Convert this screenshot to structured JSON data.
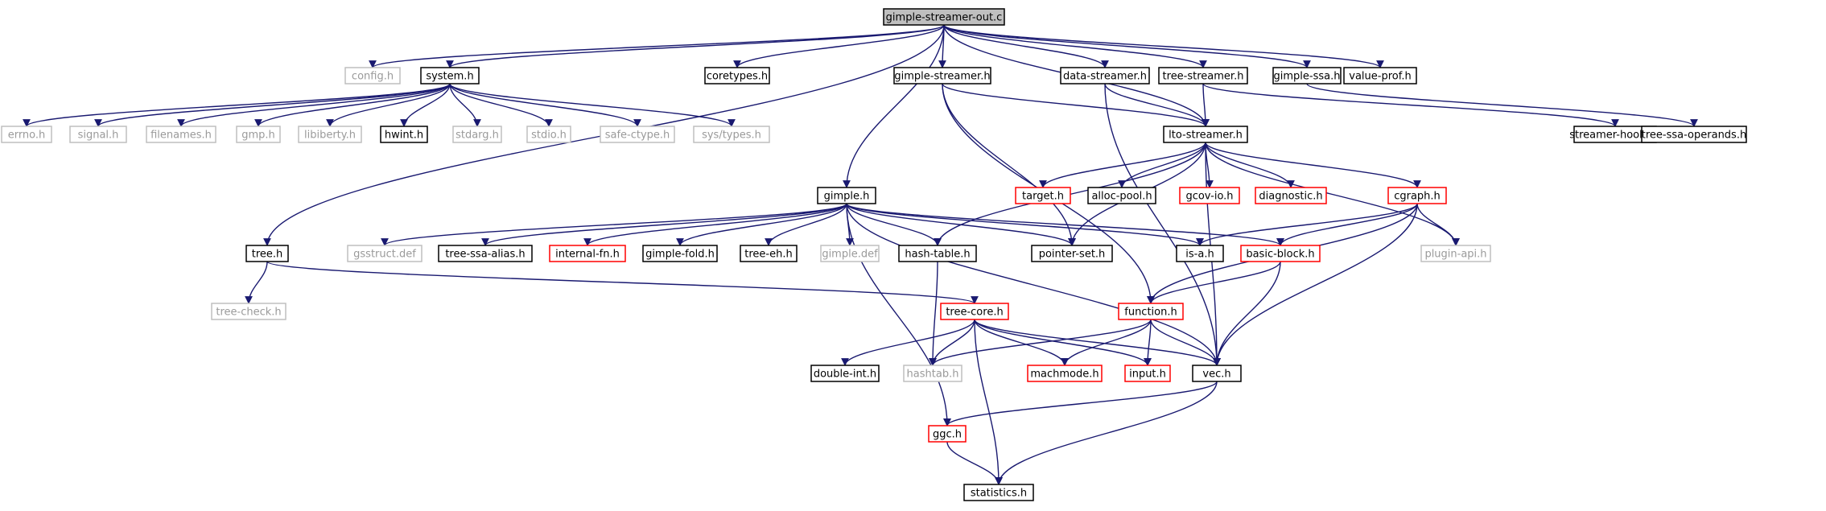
{
  "diagram": {
    "nodes": [
      {
        "id": "root",
        "label": "gimple-streamer-out.c",
        "style": "root"
      },
      {
        "id": "config",
        "label": "config.h",
        "style": "gray"
      },
      {
        "id": "system",
        "label": "system.h",
        "style": "black"
      },
      {
        "id": "coretypes",
        "label": "coretypes.h",
        "style": "black"
      },
      {
        "id": "gstreamer",
        "label": "gimple-streamer.h",
        "style": "black"
      },
      {
        "id": "dstreamer",
        "label": "data-streamer.h",
        "style": "black"
      },
      {
        "id": "tstreamer",
        "label": "tree-streamer.h",
        "style": "black"
      },
      {
        "id": "gssa",
        "label": "gimple-ssa.h",
        "style": "black"
      },
      {
        "id": "valueprof",
        "label": "value-prof.h",
        "style": "black"
      },
      {
        "id": "errno",
        "label": "errno.h",
        "style": "gray"
      },
      {
        "id": "signal",
        "label": "signal.h",
        "style": "gray"
      },
      {
        "id": "filenames",
        "label": "filenames.h",
        "style": "gray"
      },
      {
        "id": "gmp",
        "label": "gmp.h",
        "style": "gray"
      },
      {
        "id": "libiberty",
        "label": "libiberty.h",
        "style": "gray"
      },
      {
        "id": "hwint",
        "label": "hwint.h",
        "style": "black"
      },
      {
        "id": "stdarg",
        "label": "stdarg.h",
        "style": "gray"
      },
      {
        "id": "stdio",
        "label": "stdio.h",
        "style": "gray"
      },
      {
        "id": "safectype",
        "label": "safe-ctype.h",
        "style": "gray"
      },
      {
        "id": "systypes",
        "label": "sys/types.h",
        "style": "gray"
      },
      {
        "id": "lto",
        "label": "lto-streamer.h",
        "style": "black"
      },
      {
        "id": "shooks",
        "label": "streamer-hooks.h",
        "style": "black"
      },
      {
        "id": "tssaops",
        "label": "tree-ssa-operands.h",
        "style": "black"
      },
      {
        "id": "gimple",
        "label": "gimple.h",
        "style": "black"
      },
      {
        "id": "target",
        "label": "target.h",
        "style": "red"
      },
      {
        "id": "allocpool",
        "label": "alloc-pool.h",
        "style": "black"
      },
      {
        "id": "gcovio",
        "label": "gcov-io.h",
        "style": "red"
      },
      {
        "id": "diagnostic",
        "label": "diagnostic.h",
        "style": "red"
      },
      {
        "id": "cgraph",
        "label": "cgraph.h",
        "style": "red"
      },
      {
        "id": "tree",
        "label": "tree.h",
        "style": "black"
      },
      {
        "id": "gsstruct",
        "label": "gsstruct.def",
        "style": "gray"
      },
      {
        "id": "tssaalias",
        "label": "tree-ssa-alias.h",
        "style": "black"
      },
      {
        "id": "internalfn",
        "label": "internal-fn.h",
        "style": "red"
      },
      {
        "id": "gimplefold",
        "label": "gimple-fold.h",
        "style": "black"
      },
      {
        "id": "treeeh",
        "label": "tree-eh.h",
        "style": "black"
      },
      {
        "id": "gimpledef",
        "label": "gimple.def",
        "style": "gray"
      },
      {
        "id": "hashtable",
        "label": "hash-table.h",
        "style": "black"
      },
      {
        "id": "pointerset",
        "label": "pointer-set.h",
        "style": "black"
      },
      {
        "id": "isa",
        "label": "is-a.h",
        "style": "black"
      },
      {
        "id": "bblock",
        "label": "basic-block.h",
        "style": "red"
      },
      {
        "id": "pluginapi",
        "label": "plugin-api.h",
        "style": "gray"
      },
      {
        "id": "treecheck",
        "label": "tree-check.h",
        "style": "gray"
      },
      {
        "id": "treecore",
        "label": "tree-core.h",
        "style": "red"
      },
      {
        "id": "function",
        "label": "function.h",
        "style": "red"
      },
      {
        "id": "doubleint",
        "label": "double-int.h",
        "style": "black"
      },
      {
        "id": "hashtab",
        "label": "hashtab.h",
        "style": "gray"
      },
      {
        "id": "machmode",
        "label": "machmode.h",
        "style": "red"
      },
      {
        "id": "input",
        "label": "input.h",
        "style": "red"
      },
      {
        "id": "vec",
        "label": "vec.h",
        "style": "black"
      },
      {
        "id": "ggc",
        "label": "ggc.h",
        "style": "red"
      },
      {
        "id": "statistics",
        "label": "statistics.h",
        "style": "black"
      }
    ]
  }
}
